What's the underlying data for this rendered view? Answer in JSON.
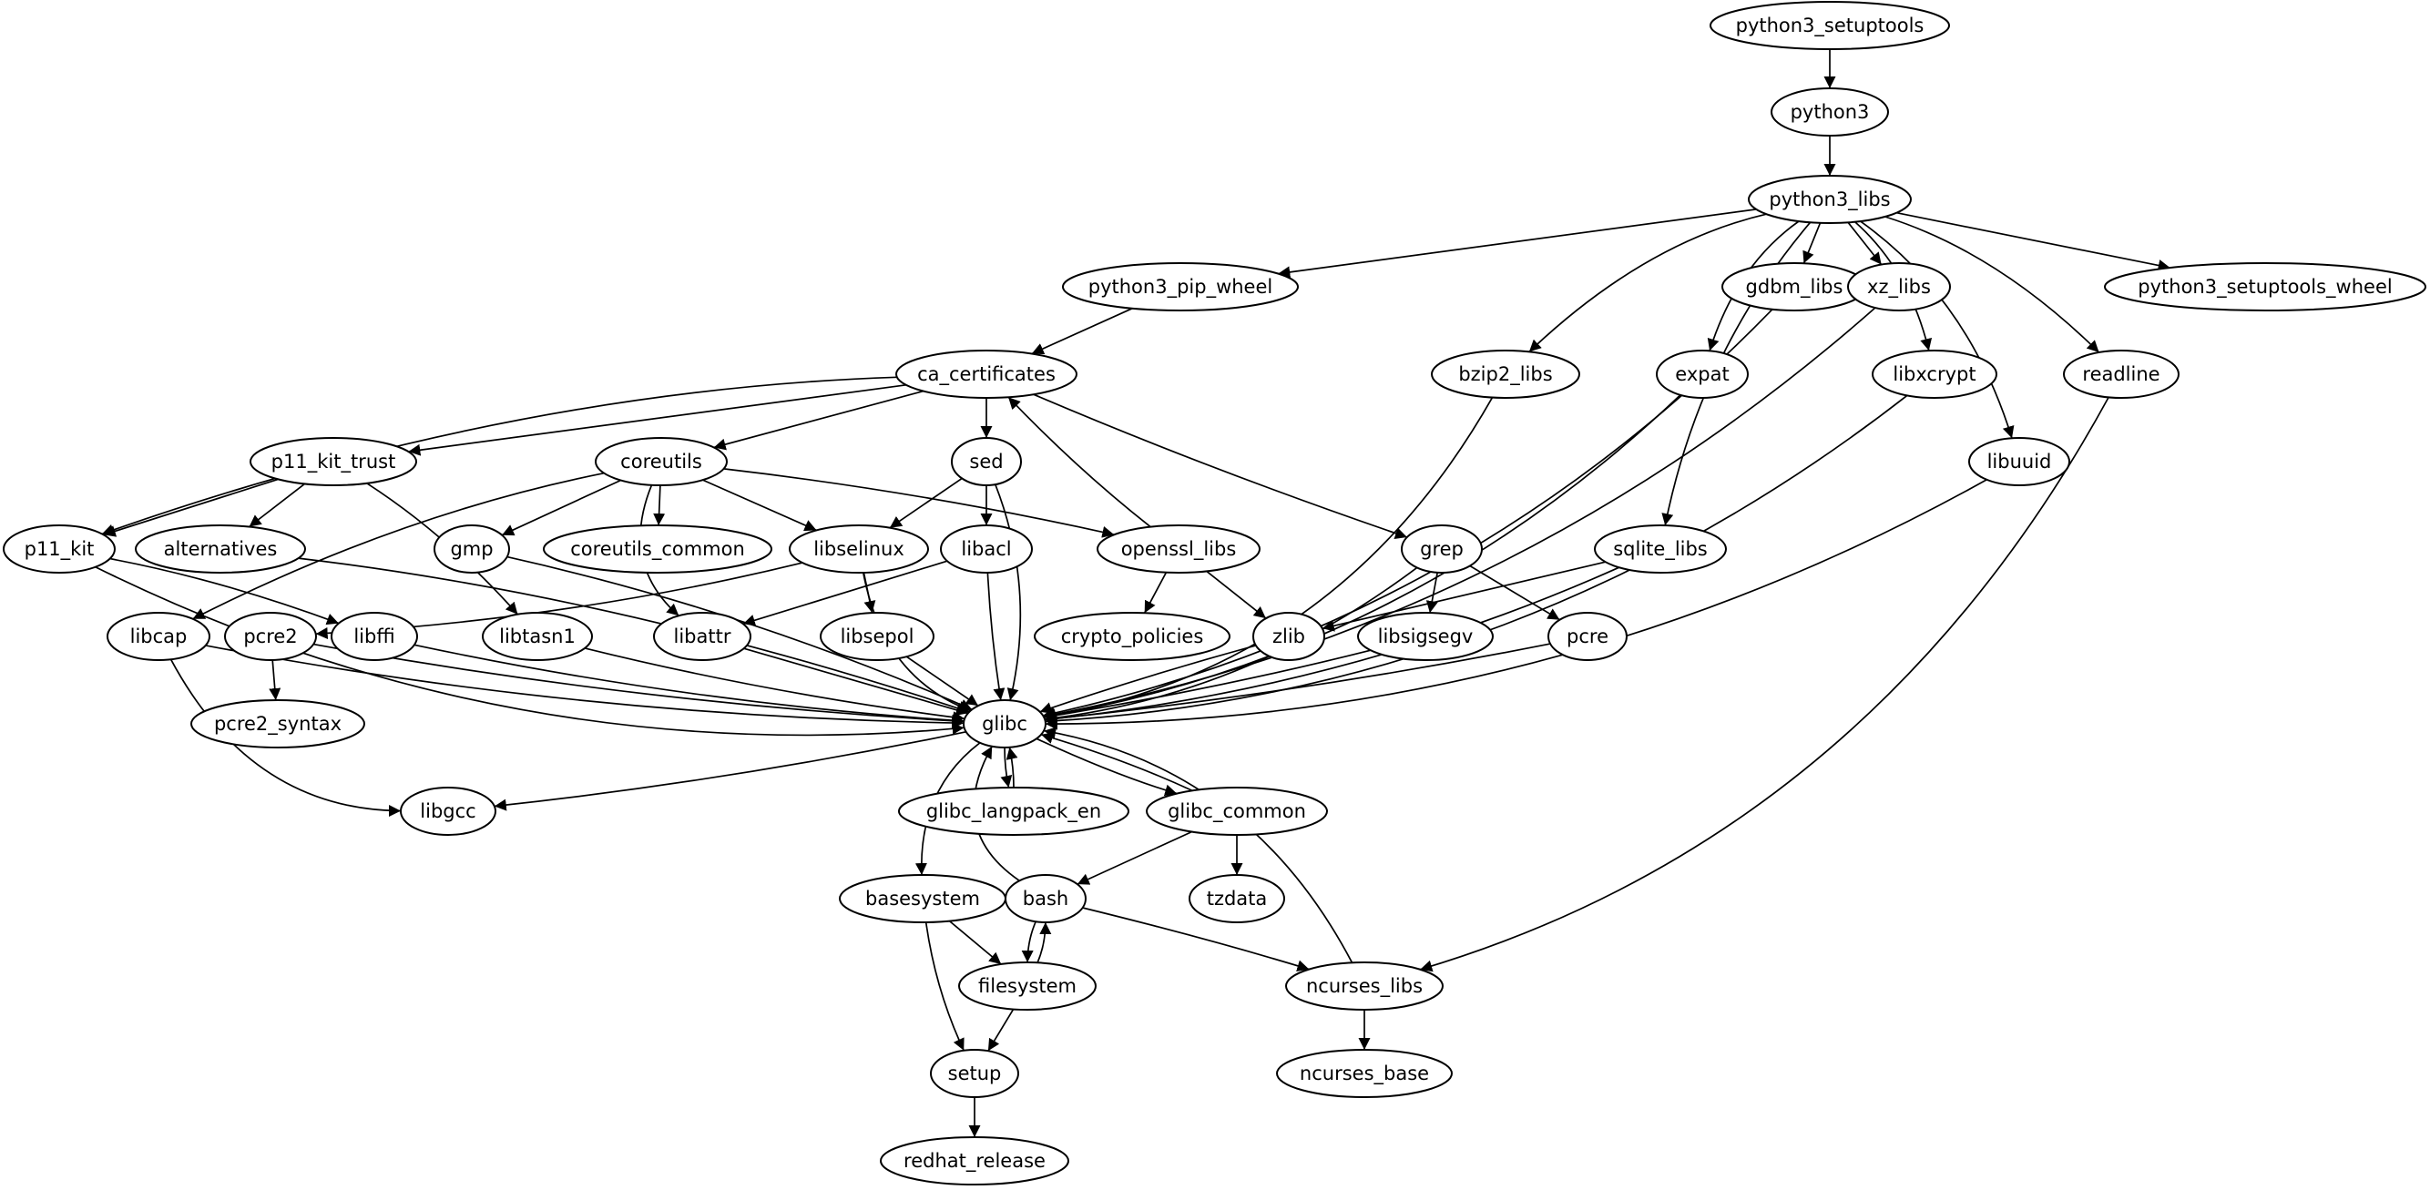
{
  "graph": {
    "type": "directed-dependency-graph",
    "line_color": "#000000",
    "background": "#ffffff",
    "nodes": {
      "python3_setuptools": "python3_setuptools",
      "python3": "python3",
      "python3_libs": "python3_libs",
      "python3_pip_wheel": "python3_pip_wheel",
      "gdbm_libs": "gdbm_libs",
      "xz_libs": "xz_libs",
      "python3_setuptools_wheel": "python3_setuptools_wheel",
      "ca_certificates": "ca_certificates",
      "bzip2_libs": "bzip2_libs",
      "expat": "expat",
      "libxcrypt": "libxcrypt",
      "readline": "readline",
      "p11_kit_trust": "p11_kit_trust",
      "coreutils": "coreutils",
      "sed": "sed",
      "libuuid": "libuuid",
      "p11_kit": "p11_kit",
      "alternatives": "alternatives",
      "gmp": "gmp",
      "coreutils_common": "coreutils_common",
      "libselinux": "libselinux",
      "libacl": "libacl",
      "openssl_libs": "openssl_libs",
      "grep": "grep",
      "sqlite_libs": "sqlite_libs",
      "libcap": "libcap",
      "pcre2": "pcre2",
      "libffi": "libffi",
      "libtasn1": "libtasn1",
      "libattr": "libattr",
      "libsepol": "libsepol",
      "crypto_policies": "crypto_policies",
      "zlib": "zlib",
      "libsigsegv": "libsigsegv",
      "pcre": "pcre",
      "pcre2_syntax": "pcre2_syntax",
      "glibc": "glibc",
      "libgcc": "libgcc",
      "glibc_langpack_en": "glibc_langpack_en",
      "glibc_common": "glibc_common",
      "basesystem": "basesystem",
      "bash": "bash",
      "tzdata": "tzdata",
      "filesystem": "filesystem",
      "ncurses_libs": "ncurses_libs",
      "setup": "setup",
      "ncurses_base": "ncurses_base",
      "redhat_release": "redhat_release"
    },
    "edges": [
      [
        "python3_setuptools",
        "python3"
      ],
      [
        "python3",
        "python3_libs"
      ],
      [
        "python3_libs",
        "python3_pip_wheel"
      ],
      [
        "python3_libs",
        "gdbm_libs"
      ],
      [
        "python3_libs",
        "xz_libs"
      ],
      [
        "python3_libs",
        "python3_setuptools_wheel"
      ],
      [
        "python3_libs",
        "bzip2_libs"
      ],
      [
        "python3_libs",
        "expat"
      ],
      [
        "python3_libs",
        "libxcrypt"
      ],
      [
        "python3_libs",
        "readline"
      ],
      [
        "python3_libs",
        "libuuid"
      ],
      [
        "python3_libs",
        "sqlite_libs"
      ],
      [
        "python3_pip_wheel",
        "ca_certificates"
      ],
      [
        "ca_certificates",
        "p11_kit"
      ],
      [
        "ca_certificates",
        "p11_kit_trust"
      ],
      [
        "ca_certificates",
        "coreutils"
      ],
      [
        "ca_certificates",
        "sed"
      ],
      [
        "ca_certificates",
        "grep"
      ],
      [
        "openssl_libs",
        "ca_certificates"
      ],
      [
        "p11_kit_trust",
        "p11_kit"
      ],
      [
        "p11_kit_trust",
        "alternatives"
      ],
      [
        "p11_kit_trust",
        "libtasn1"
      ],
      [
        "coreutils",
        "libcap"
      ],
      [
        "coreutils",
        "gmp"
      ],
      [
        "coreutils",
        "coreutils_common"
      ],
      [
        "coreutils",
        "libselinux"
      ],
      [
        "coreutils",
        "openssl_libs"
      ],
      [
        "coreutils",
        "libattr"
      ],
      [
        "sed",
        "libselinux"
      ],
      [
        "sed",
        "libacl"
      ],
      [
        "sed",
        "glibc"
      ],
      [
        "p11_kit",
        "libffi"
      ],
      [
        "p11_kit",
        "glibc"
      ],
      [
        "alternatives",
        "glibc"
      ],
      [
        "gmp",
        "glibc"
      ],
      [
        "libselinux",
        "pcre2"
      ],
      [
        "libselinux",
        "libsepol"
      ],
      [
        "libselinux",
        "glibc"
      ],
      [
        "libacl",
        "libattr"
      ],
      [
        "libacl",
        "glibc"
      ],
      [
        "openssl_libs",
        "crypto_policies"
      ],
      [
        "openssl_libs",
        "zlib"
      ],
      [
        "grep",
        "libsigsegv"
      ],
      [
        "grep",
        "pcre"
      ],
      [
        "grep",
        "glibc"
      ],
      [
        "sqlite_libs",
        "zlib"
      ],
      [
        "sqlite_libs",
        "glibc"
      ],
      [
        "libcap",
        "glibc"
      ],
      [
        "libcap",
        "libgcc"
      ],
      [
        "pcre2",
        "pcre2_syntax"
      ],
      [
        "pcre2",
        "glibc"
      ],
      [
        "libffi",
        "glibc"
      ],
      [
        "libtasn1",
        "glibc"
      ],
      [
        "libattr",
        "glibc"
      ],
      [
        "libsepol",
        "glibc"
      ],
      [
        "zlib",
        "glibc"
      ],
      [
        "libsigsegv",
        "glibc"
      ],
      [
        "pcre",
        "glibc"
      ],
      [
        "bzip2_libs",
        "glibc"
      ],
      [
        "gdbm_libs",
        "glibc"
      ],
      [
        "expat",
        "glibc"
      ],
      [
        "xz_libs",
        "glibc"
      ],
      [
        "libxcrypt",
        "glibc"
      ],
      [
        "libuuid",
        "glibc"
      ],
      [
        "readline",
        "ncurses_libs"
      ],
      [
        "glibc",
        "libgcc"
      ],
      [
        "glibc",
        "glibc_langpack_en"
      ],
      [
        "glibc_langpack_en",
        "glibc"
      ],
      [
        "glibc",
        "glibc_common"
      ],
      [
        "glibc_common",
        "glibc"
      ],
      [
        "glibc",
        "basesystem"
      ],
      [
        "bash",
        "glibc"
      ],
      [
        "glibc_common",
        "bash"
      ],
      [
        "glibc_common",
        "tzdata"
      ],
      [
        "basesystem",
        "filesystem"
      ],
      [
        "basesystem",
        "setup"
      ],
      [
        "bash",
        "filesystem"
      ],
      [
        "filesystem",
        "bash"
      ],
      [
        "bash",
        "ncurses_libs"
      ],
      [
        "filesystem",
        "setup"
      ],
      [
        "ncurses_libs",
        "glibc"
      ],
      [
        "ncurses_libs",
        "ncurses_base"
      ],
      [
        "setup",
        "redhat_release"
      ]
    ]
  }
}
